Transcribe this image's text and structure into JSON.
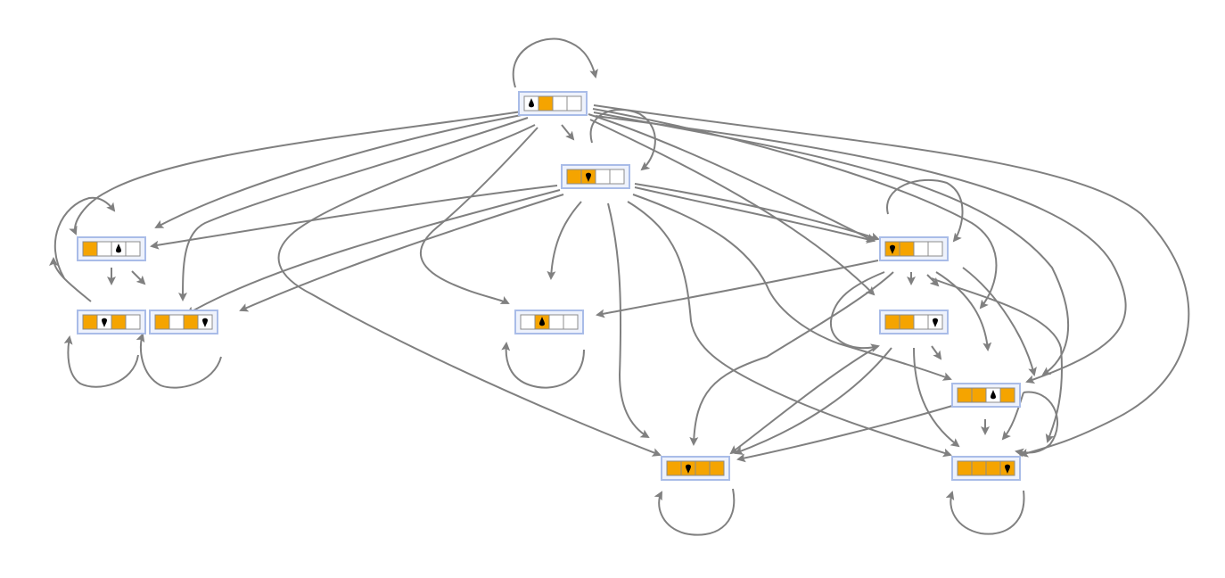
{
  "graph": {
    "colors": {
      "edge": "#808080",
      "node_frame": "#a9bce8",
      "node_bg": "#eef2fc",
      "filled": "#f5a400",
      "empty": "#ffffff",
      "cell_stroke": "#8c8c8c",
      "head": "#000000"
    },
    "states": [
      {
        "id": "s1",
        "cells": [
          0,
          1,
          0,
          0
        ],
        "head": 0,
        "head_dir": "up"
      },
      {
        "id": "s2",
        "cells": [
          1,
          1,
          0,
          0
        ],
        "head": 1,
        "head_dir": "down"
      },
      {
        "id": "s3",
        "cells": [
          1,
          0,
          0,
          0
        ],
        "head": 2,
        "head_dir": "up"
      },
      {
        "id": "s4",
        "cells": [
          1,
          0,
          1,
          0
        ],
        "head": 1,
        "head_dir": "down"
      },
      {
        "id": "s5",
        "cells": [
          1,
          0,
          1,
          0
        ],
        "head": 3,
        "head_dir": "down"
      },
      {
        "id": "s6",
        "cells": [
          0,
          1,
          0,
          0
        ],
        "head": 1,
        "head_dir": "up"
      },
      {
        "id": "s7",
        "cells": [
          1,
          1,
          0,
          0
        ],
        "head": 0,
        "head_dir": "down"
      },
      {
        "id": "s8",
        "cells": [
          1,
          1,
          0,
          0
        ],
        "head": 3,
        "head_dir": "down"
      },
      {
        "id": "s9",
        "cells": [
          1,
          1,
          0,
          1
        ],
        "head": 2,
        "head_dir": "up"
      },
      {
        "id": "s10",
        "cells": [
          1,
          1,
          1,
          1
        ],
        "head": 1,
        "head_dir": "down"
      },
      {
        "id": "s11",
        "cells": [
          1,
          1,
          1,
          1
        ],
        "head": 3,
        "head_dir": "down"
      }
    ]
  }
}
